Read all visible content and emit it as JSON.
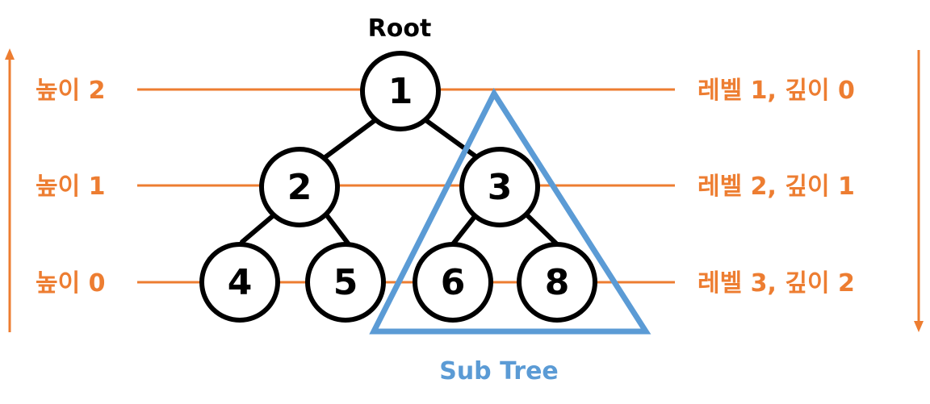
{
  "root_label": "Root",
  "subtree_label": "Sub Tree",
  "levels": [
    {
      "height_label": "높이 2",
      "level_label": "레벨 1, 깊이 0"
    },
    {
      "height_label": "높이 1",
      "level_label": "레벨 2, 깊이 1"
    },
    {
      "height_label": "높이 0",
      "level_label": "레벨 3, 깊이 2"
    }
  ],
  "nodes": [
    "1",
    "2",
    "3",
    "4",
    "5",
    "6",
    "8"
  ],
  "colors": {
    "accent": "#ED7D31",
    "subtree": "#5B9BD5",
    "node_stroke": "#000000"
  }
}
